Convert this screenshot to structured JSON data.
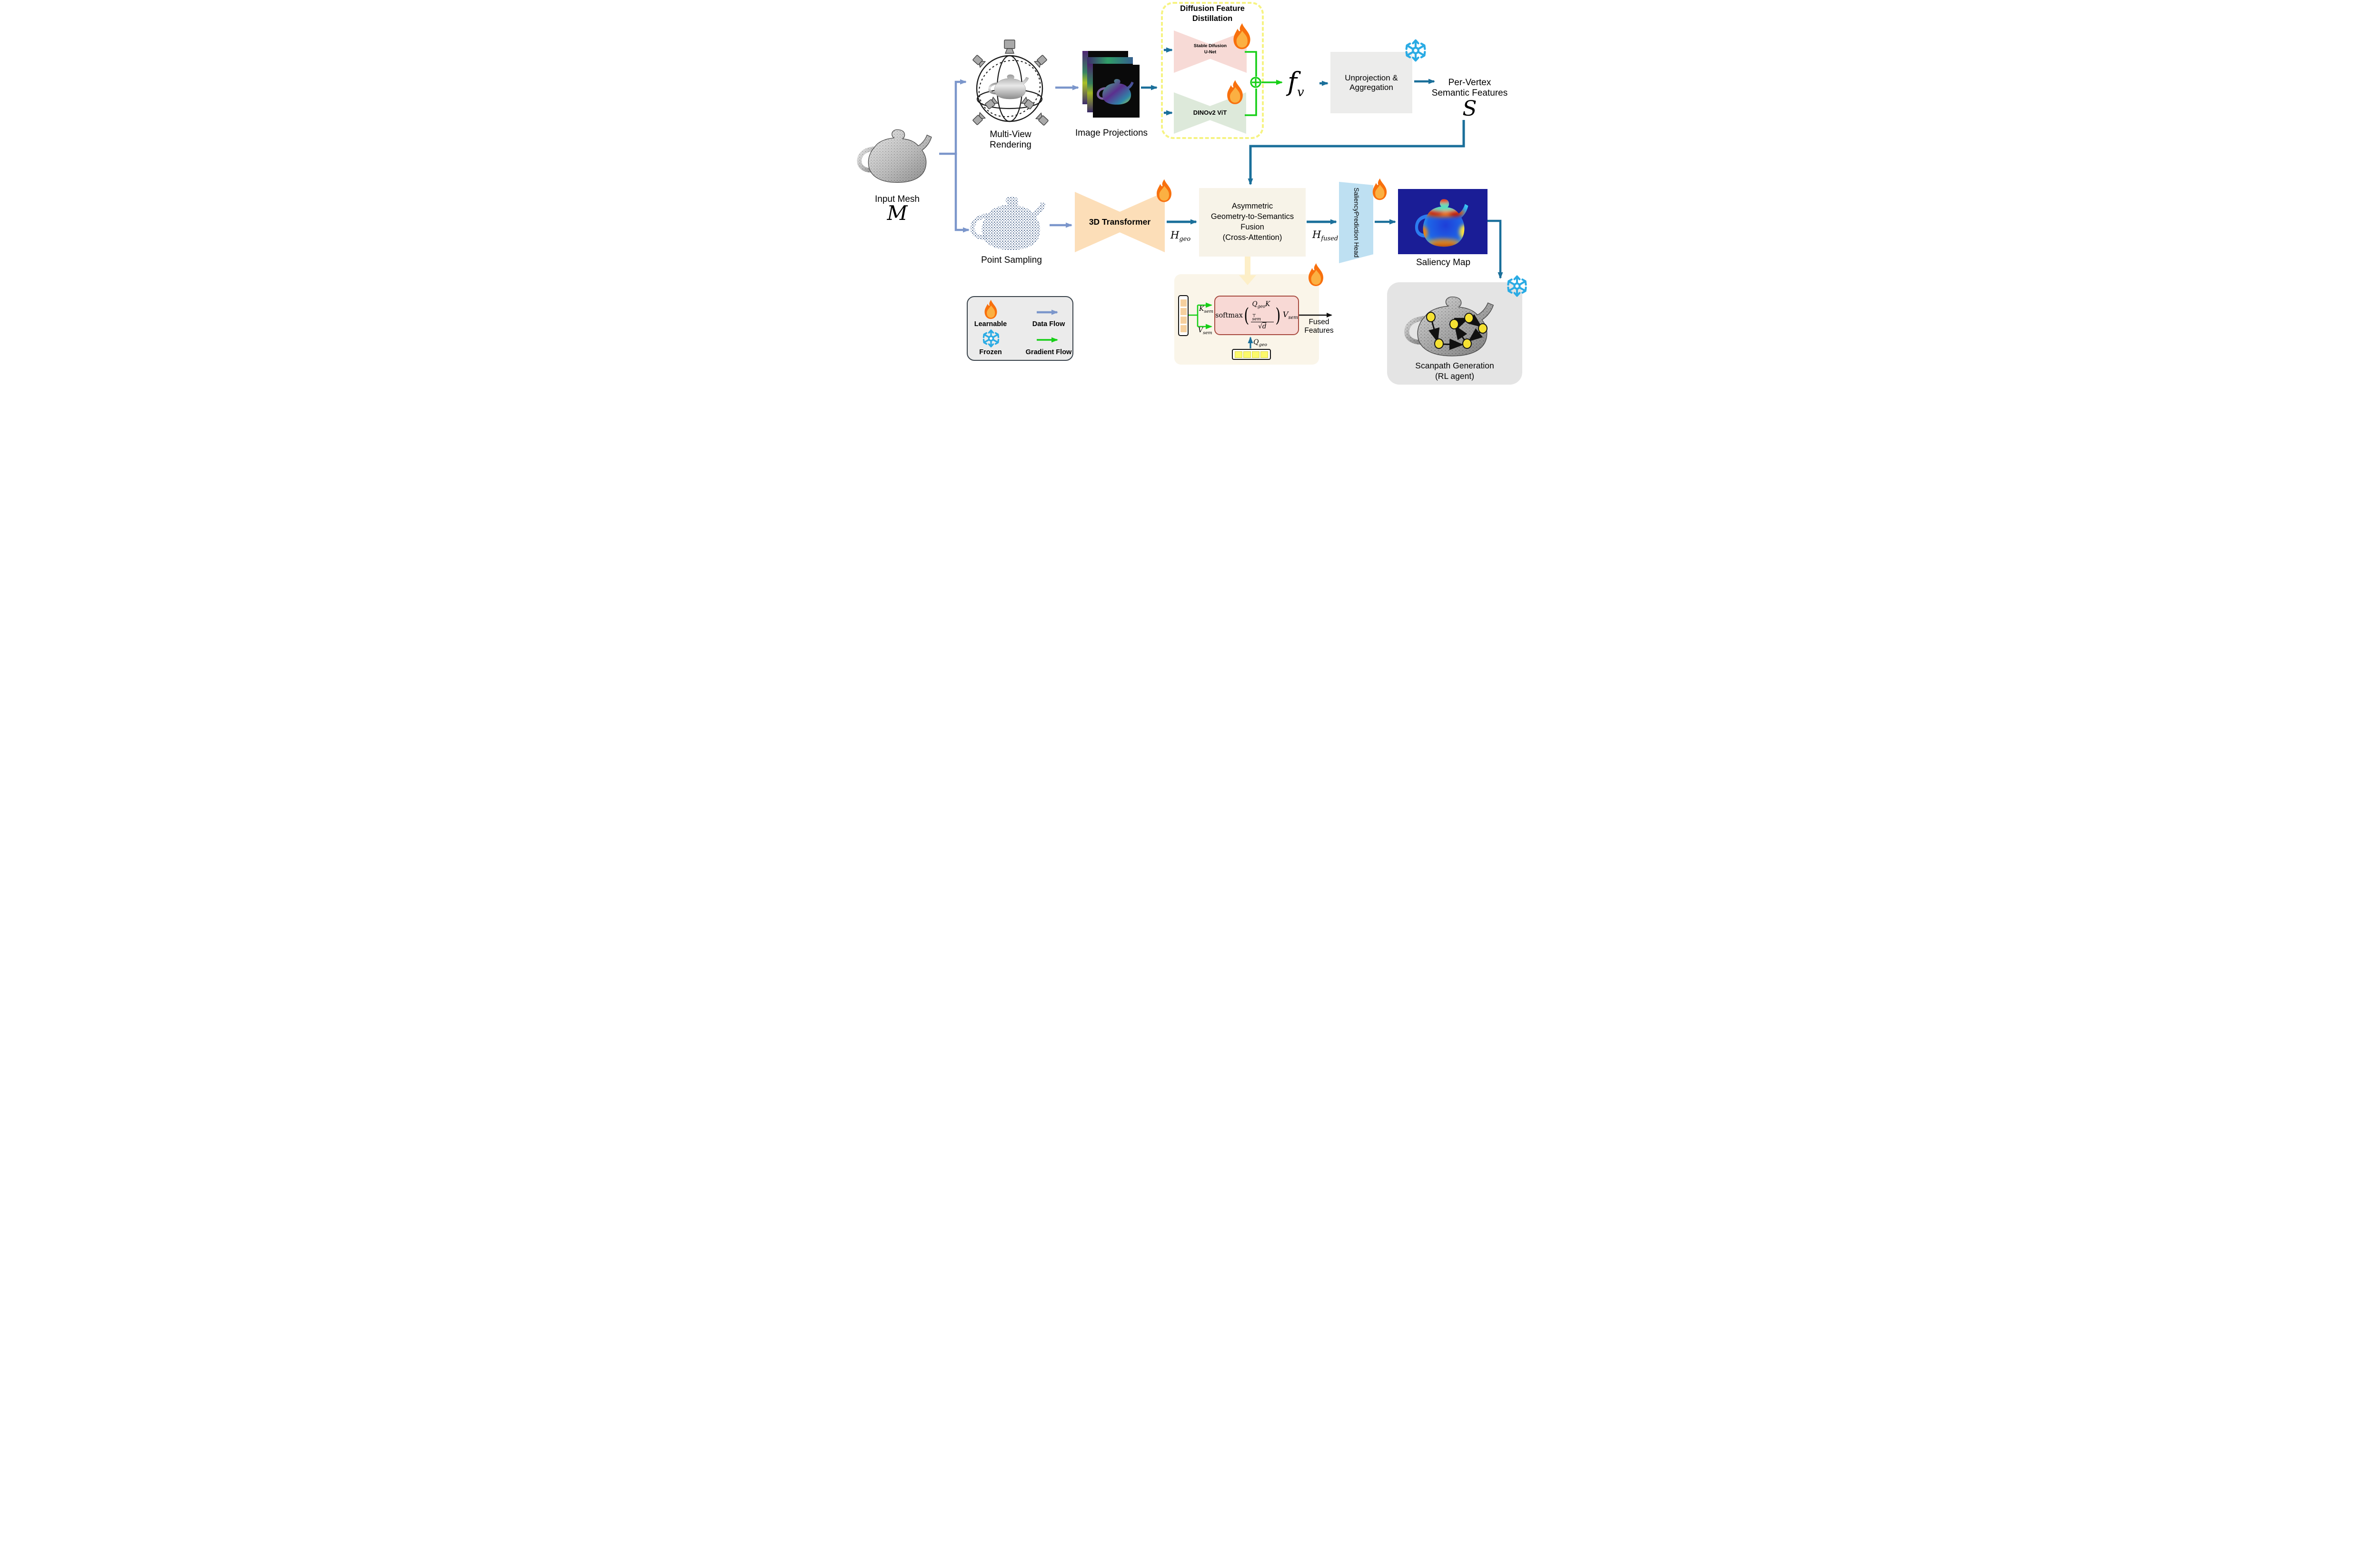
{
  "nodes": {
    "input_mesh": {
      "label": "Input Mesh",
      "symbol": "M"
    },
    "multi_view": {
      "line1": "Multi-View",
      "line2": "Rendering"
    },
    "image_projections": {
      "label": "Image Projections"
    },
    "distillation": {
      "title1": "Diffusion Feature",
      "title2": "Distillation"
    },
    "unet": {
      "line1": "Stable Difusion",
      "line2": "U-Net"
    },
    "dino": {
      "label": "DINOv2 ViT"
    },
    "fv": {
      "base": "f",
      "sub": "v"
    },
    "unprojection": {
      "line1": "Unprojection &",
      "line2": "Aggregation"
    },
    "per_vertex": {
      "line1": "Per-Vertex",
      "line2": "Semantic Features",
      "symbol": "S"
    },
    "point_sampling": {
      "label": "Point Sampling"
    },
    "transformer3d": {
      "label": "3D Transformer"
    },
    "h_geo": {
      "base": "H",
      "sub": "geo"
    },
    "fusion": {
      "line1": "Asymmetric",
      "line2": "Geometry-to-Semantics",
      "line3": "Fusion",
      "line4": "(Cross-Attention)"
    },
    "h_fused": {
      "base": "H",
      "sub": "fused"
    },
    "saliency_head": {
      "line1": "Saliency",
      "line2": "Prediction Head"
    },
    "saliency_map": {
      "label": "Saliency Map"
    },
    "scanpath": {
      "line1": "Scanpath Generation",
      "line2": "(RL agent)"
    }
  },
  "attention_detail": {
    "softmax": "softmax",
    "paren_open": "(",
    "paren_close": ")",
    "num_q": "Q",
    "num_q_sub": "geo",
    "num_k": "K",
    "num_k_sub": "sem",
    "num_k_sup": "⊤",
    "den_radical": "√",
    "den_var": "d",
    "out_v": "V",
    "out_v_sub": "sem",
    "k_label": "K",
    "k_label_sub": "sem",
    "v_label": "V",
    "v_label_sub": "sem",
    "q_label": "Q",
    "q_label_sub": "geo",
    "fused_line1": "Fused",
    "fused_line2": "Features"
  },
  "legend": {
    "learnable": "Learnable",
    "frozen": "Frozen",
    "data_flow": "Data Flow",
    "gradient_flow": "Gradient Flow"
  },
  "colors": {
    "data_flow": "#7b96cb",
    "flow_teal": "#1a6f9a",
    "gradient_flow": "#17cf17",
    "flame_outer": "#f8700d",
    "flame_inner": "#fbb042",
    "frozen_blue": "#2aabe4",
    "distill_border": "#f6f382",
    "unet_fill": "#f7dad6",
    "dino_fill": "#dde9da",
    "transformer_fill": "#fcdeb8",
    "fusion_fill": "#f7f3e8",
    "head_fill": "#bee0f2",
    "formula_fill": "#f8d9d5",
    "formula_border": "#a84a3f",
    "token_tan": "#f6d09e",
    "token_yellow": "#fcf96b",
    "panel_fill": "#faf5e9",
    "gray_box": "#ececeb",
    "legend_fill": "#ebebeb",
    "scanpath_fill": "#e4e4e4",
    "map_bg": "#1a1d96",
    "fat_arrow": "#fdefc8"
  }
}
